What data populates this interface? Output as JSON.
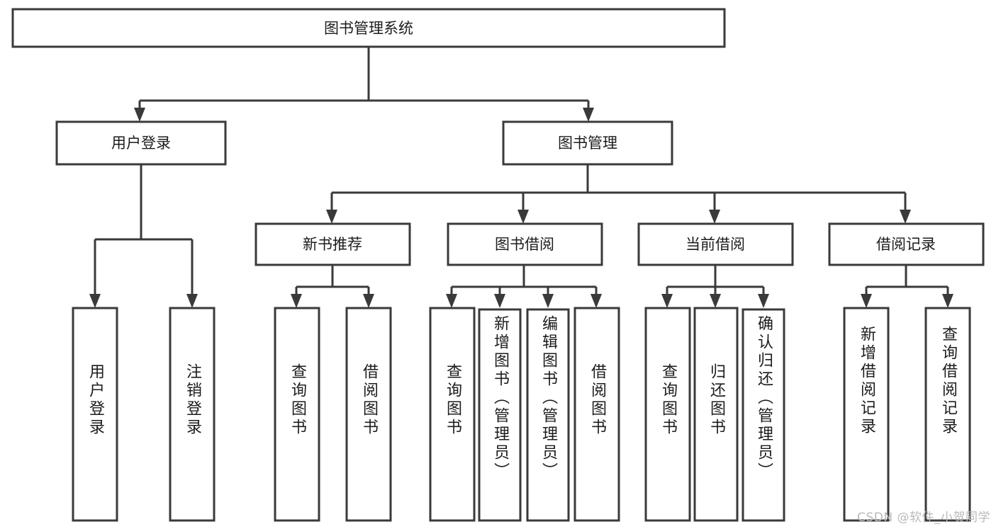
{
  "diagram": {
    "type": "tree-hierarchy-chart",
    "title": "图书管理系统",
    "watermark": "CSDN @软件_小贺同学",
    "levels": {
      "root": {
        "label": "图书管理系统"
      },
      "level2": [
        {
          "id": "user-login",
          "label": "用户登录"
        },
        {
          "id": "book-management",
          "label": "图书管理"
        }
      ],
      "level3": [
        {
          "id": "new-book-recommend",
          "label": "新书推荐",
          "parent": "book-management"
        },
        {
          "id": "book-borrow",
          "label": "图书借阅",
          "parent": "book-management"
        },
        {
          "id": "current-borrow",
          "label": "当前借阅",
          "parent": "book-management"
        },
        {
          "id": "borrow-record",
          "label": "借阅记录",
          "parent": "book-management"
        }
      ],
      "level4": [
        {
          "id": "leaf-user-login",
          "label": "用户登录",
          "parent": "user-login"
        },
        {
          "id": "leaf-user-logout",
          "label": "注销登录",
          "parent": "user-login"
        },
        {
          "id": "leaf-query-book-1",
          "label": "查询图书",
          "parent": "new-book-recommend"
        },
        {
          "id": "leaf-borrow-book-1",
          "label": "借阅图书",
          "parent": "new-book-recommend"
        },
        {
          "id": "leaf-query-book-2",
          "label": "查询图书",
          "parent": "book-borrow"
        },
        {
          "id": "leaf-add-book",
          "label": "新增图书（管理员）",
          "parent": "book-borrow"
        },
        {
          "id": "leaf-edit-book",
          "label": "编辑图书（管理员）",
          "parent": "book-borrow"
        },
        {
          "id": "leaf-borrow-book-2",
          "label": "借阅图书",
          "parent": "book-borrow"
        },
        {
          "id": "leaf-query-book-3",
          "label": "查询图书",
          "parent": "current-borrow"
        },
        {
          "id": "leaf-return-book",
          "label": "归还图书",
          "parent": "current-borrow"
        },
        {
          "id": "leaf-confirm-return",
          "label": "确认归还（管理员）",
          "parent": "current-borrow"
        },
        {
          "id": "leaf-add-record",
          "label": "新增借阅记录",
          "parent": "borrow-record"
        },
        {
          "id": "leaf-query-record",
          "label": "查询借阅记录",
          "parent": "borrow-record"
        }
      ]
    },
    "colors": {
      "stroke": "#3a3a3a",
      "fill": "#ffffff",
      "text": "#1c1c1c",
      "watermark": "#b9b9b9"
    }
  }
}
